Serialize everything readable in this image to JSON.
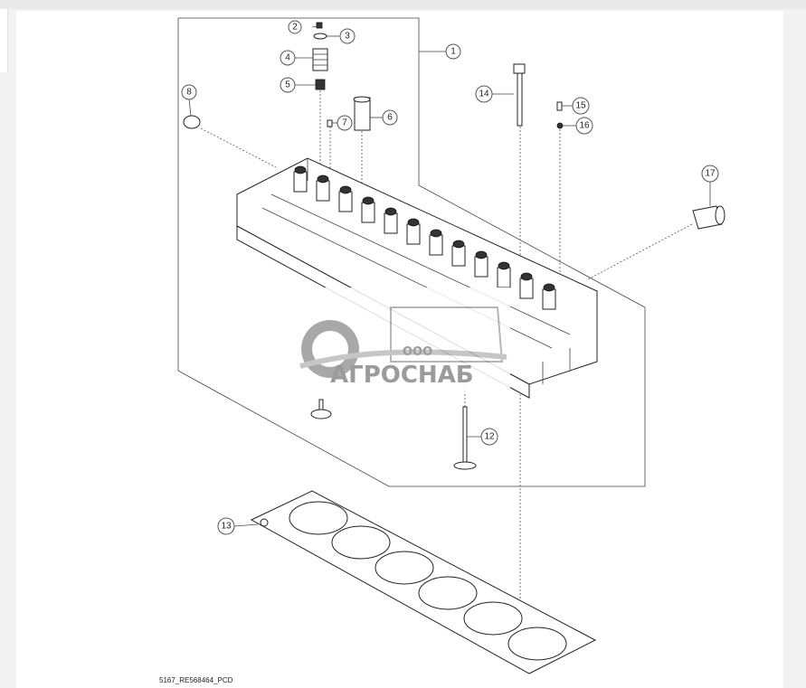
{
  "diagram": {
    "caption": "5167_RE568464_PCD",
    "callouts": [
      {
        "label": "1"
      },
      {
        "label": "2"
      },
      {
        "label": "3"
      },
      {
        "label": "4"
      },
      {
        "label": "5"
      },
      {
        "label": "6"
      },
      {
        "label": "7"
      },
      {
        "label": "8"
      },
      {
        "label": "12"
      },
      {
        "label": "13"
      },
      {
        "label": "14"
      },
      {
        "label": "15"
      },
      {
        "label": "16"
      },
      {
        "label": "17"
      }
    ]
  },
  "watermark": {
    "prefix": "ООО",
    "brand": "АГРОСНАБ"
  },
  "colors": {
    "line": "#222222",
    "watermark": "#8a8a8a",
    "background": "#ffffff"
  }
}
